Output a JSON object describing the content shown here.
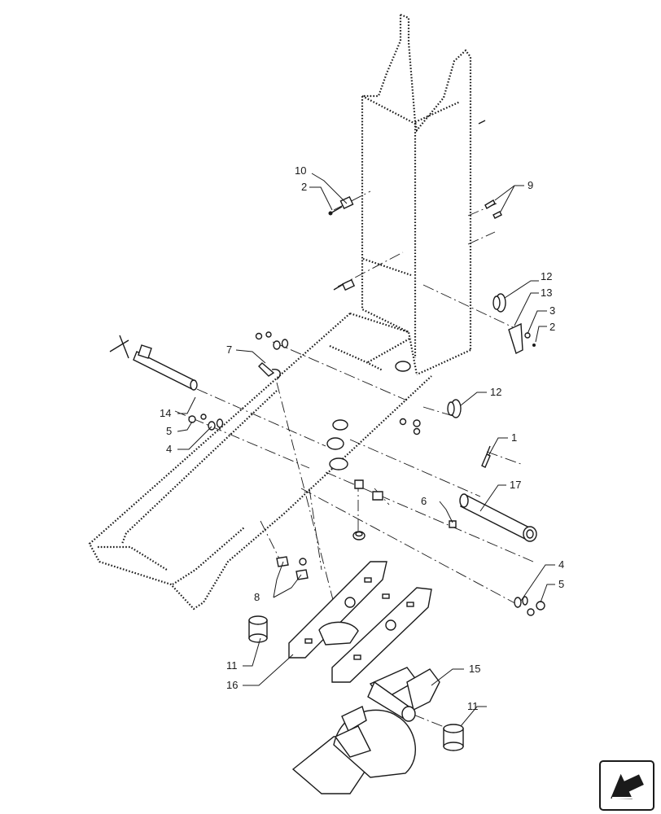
{
  "diagram": {
    "callouts": {
      "c1": "1",
      "c2a": "2",
      "c2b": "2",
      "c3": "3",
      "c4a": "4",
      "c4b": "4",
      "c5a": "5",
      "c5b": "5",
      "c6": "6",
      "c7": "7",
      "c8": "8",
      "c9": "9",
      "c10": "10",
      "c11a": "11",
      "c11b": "11",
      "c12a": "12",
      "c12b": "12",
      "c13": "13",
      "c14": "14",
      "c15": "15",
      "c16": "16",
      "c17": "17"
    },
    "nav_icon": "next-page-arrow-icon"
  }
}
